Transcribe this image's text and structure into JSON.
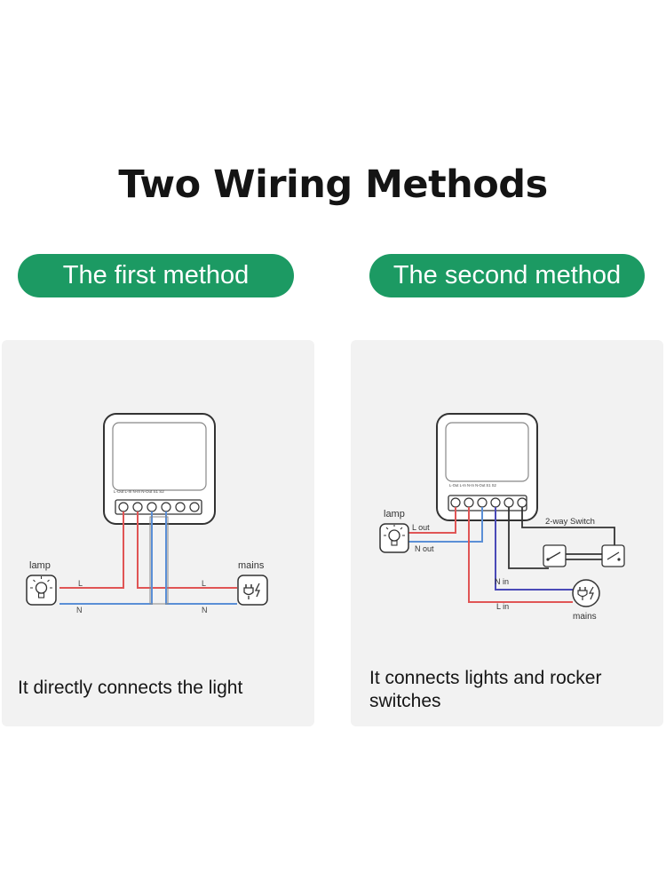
{
  "title": "Two Wiring Methods",
  "methods": [
    {
      "label": "The first method",
      "caption": "It directly connects the light",
      "terminals": "L-Out  L-In   N-In  N-Out   S1    S2",
      "lamp": "lamp",
      "mains": "mains",
      "wire_l": "L",
      "wire_n": "N"
    },
    {
      "label": "The second method",
      "caption": "It connects lights and rocker switches",
      "terminals": "L-Out  L-In   N-In  N-Out   S1    S2",
      "lamp": "lamp",
      "mains": "mains",
      "switch": "2-way Switch",
      "l_out": "L out",
      "n_out": "N out",
      "n_in": "N in",
      "l_in": "L in"
    }
  ],
  "colors": {
    "accent": "#1c9a63",
    "live_wire": "#e05555",
    "neutral_wire": "#5b8fd6",
    "neutral_wire_2": "#4a4ab8",
    "switch_wire": "#333333"
  }
}
